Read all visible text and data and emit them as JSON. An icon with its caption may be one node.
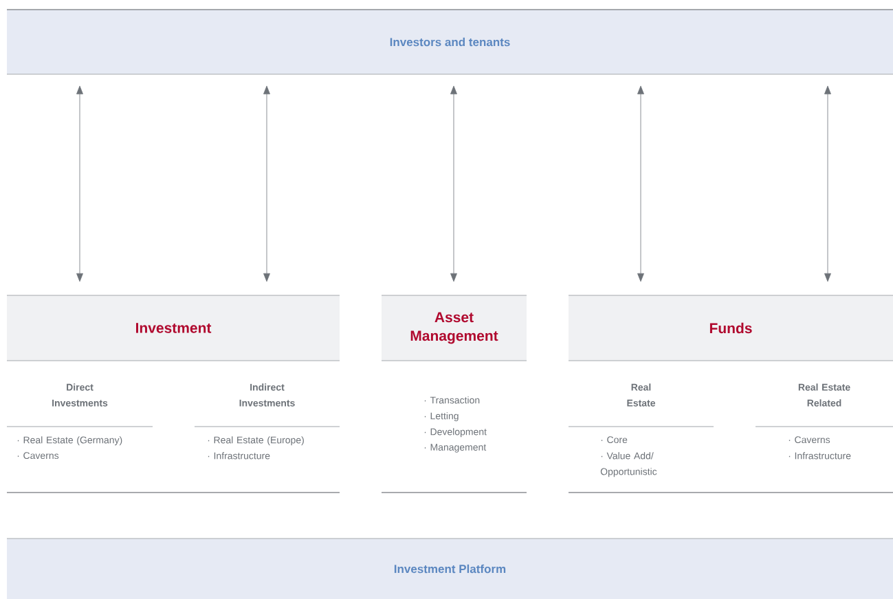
{
  "diagram": {
    "nodes": [
      {
        "text": [
          "Investors and tenants"
        ]
      },
      {
        "text": [
          "Investment"
        ]
      },
      {
        "text": [
          "Asset Management"
        ]
      },
      {
        "text": [
          "Funds"
        ]
      },
      {
        "text": [
          "Direct Investments",
          "· Real Estate (Germany)",
          "· Caverns"
        ]
      },
      {
        "text": [
          "Indirect Investments",
          "· Real Estate (Europe)",
          "· Infrastructure"
        ]
      },
      {
        "text": [
          "· Transaction",
          "· Letting",
          "· Development",
          "· Management"
        ]
      },
      {
        "text": [
          "Real Estate",
          "· Core",
          "· Value Add/ Opportunistic"
        ]
      },
      {
        "text": [
          "Real Estate Related",
          "· Caverns",
          "· Infrastructure"
        ]
      },
      {
        "text": [
          "Investment Platform"
        ]
      }
    ],
    "edges": [
      {
        "from": 0,
        "to": 1,
        "arrow": "both"
      },
      {
        "from": 0,
        "to": 1,
        "arrow": "both"
      },
      {
        "from": 0,
        "to": 2,
        "arrow": "both"
      },
      {
        "from": 0,
        "to": 3,
        "arrow": "both"
      },
      {
        "from": 0,
        "to": 3,
        "arrow": "both"
      }
    ]
  }
}
